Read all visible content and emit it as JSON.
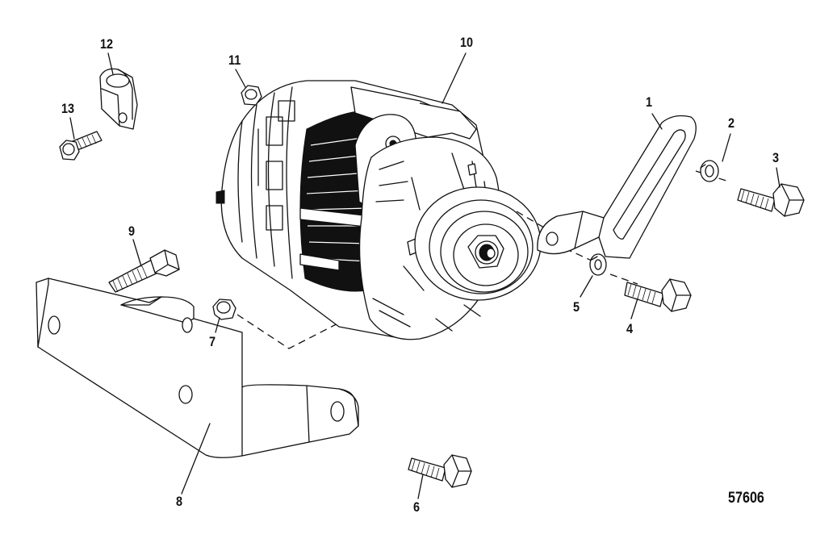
{
  "callouts": {
    "c1": "1",
    "c2": "2",
    "c3": "3",
    "c4": "4",
    "c5": "5",
    "c6": "6",
    "c7": "7",
    "c8": "8",
    "c9": "9",
    "c10": "10",
    "c11": "11",
    "c12": "12",
    "c13": "13"
  },
  "figure_number": "57606",
  "colors": {
    "line": "#111111",
    "background": "#ffffff"
  }
}
